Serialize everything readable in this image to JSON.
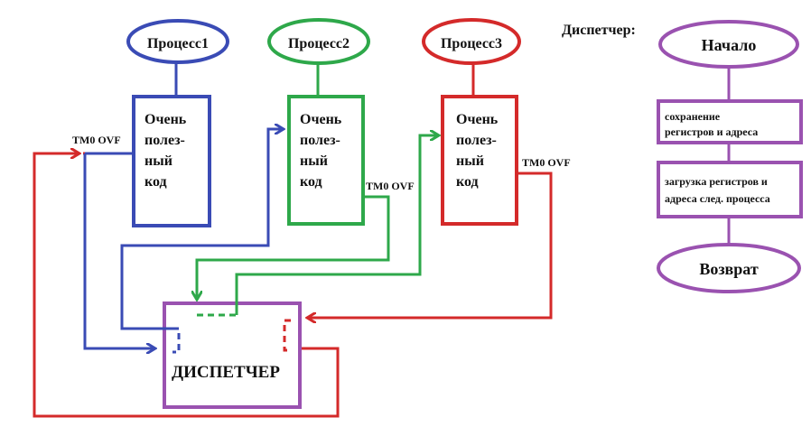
{
  "processes": [
    {
      "name": "Процесс1",
      "color": "#3a4bb5",
      "code_lines": [
        "Очень",
        "полез-",
        "ный",
        "код"
      ]
    },
    {
      "name": "Процесс2",
      "color": "#2ea84a",
      "code_lines": [
        "Очень",
        "полез-",
        "ный",
        "код"
      ]
    },
    {
      "name": "Процесс3",
      "color": "#d42a2a",
      "code_lines": [
        "Очень",
        "полез-",
        "ный",
        "код"
      ]
    }
  ],
  "interrupt_label": "TM0  OVF",
  "dispatcher": {
    "label": "ДИСПЕТЧЕР",
    "color": "#9a52b0"
  },
  "flowchart": {
    "title": "Диспетчер:",
    "color": "#9a52b0",
    "start": "Начало",
    "steps": [
      [
        "сохранение",
        "регистров и адреса"
      ],
      [
        "загрузка регистров и",
        "адреса след. процесса"
      ]
    ],
    "end": "Возврат"
  }
}
